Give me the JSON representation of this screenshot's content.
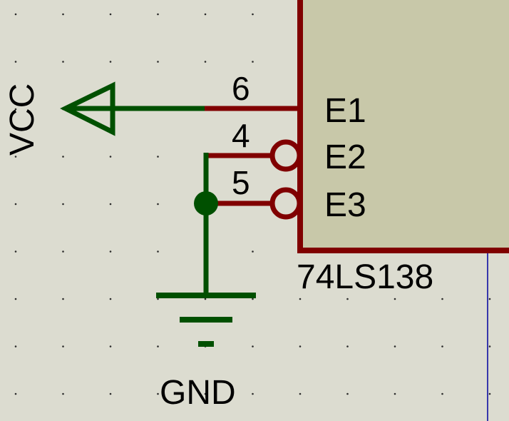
{
  "colors": {
    "background": "#dcdcd0",
    "grid_dot": "#2a2a2a",
    "component_body": "#c8c8a9",
    "component_outline": "#800000",
    "wire": "#005000",
    "sheet_border": "#0000a0"
  },
  "component": {
    "part": "74LS138",
    "pins": [
      {
        "number": "6",
        "name": "E1",
        "inverted": false
      },
      {
        "number": "4",
        "name": "E2",
        "inverted": true
      },
      {
        "number": "5",
        "name": "E3",
        "inverted": true
      }
    ]
  },
  "power": {
    "vcc_label": "VCC",
    "gnd_label": "GND"
  },
  "icons": {
    "vcc": "power-arrow-icon",
    "gnd": "ground-icon",
    "junction": "junction-dot-icon",
    "inverter": "inversion-bubble-icon"
  }
}
